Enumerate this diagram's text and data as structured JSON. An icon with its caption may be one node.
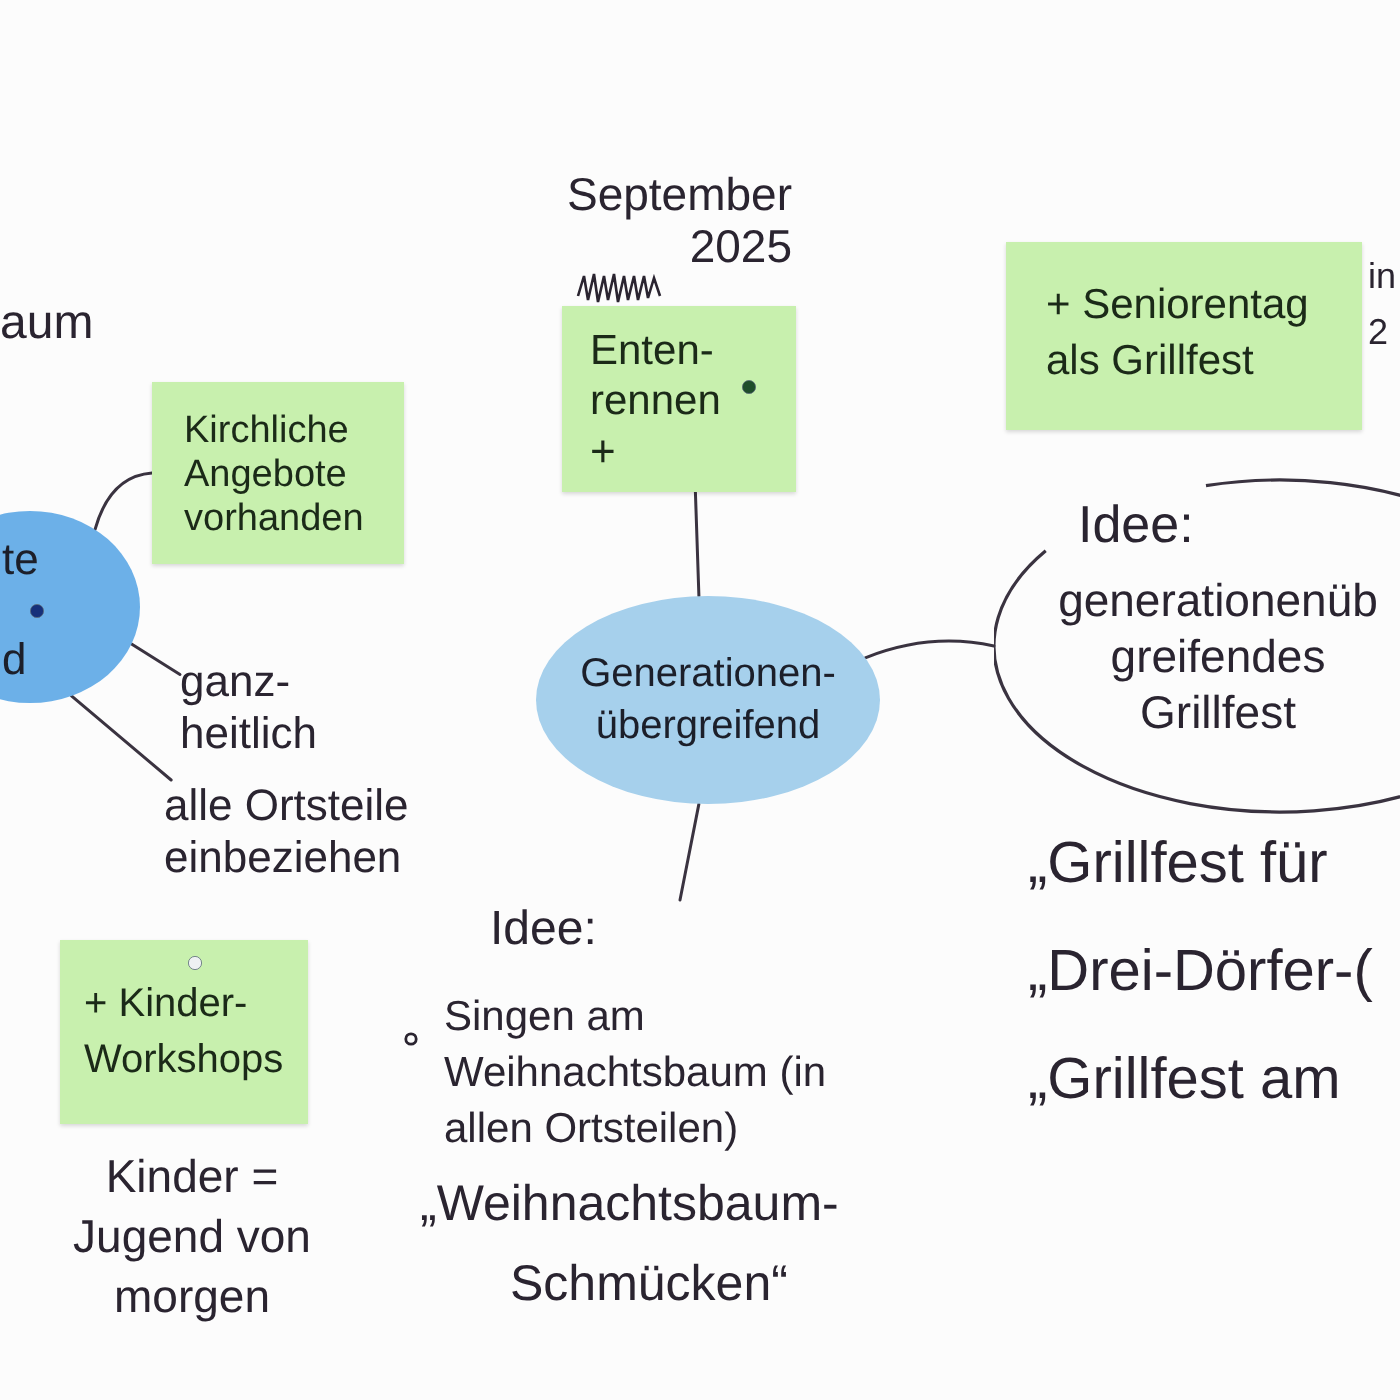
{
  "diagram": {
    "nodes": [
      {
        "text": [
          "Kirchliche Angebote vorhanden"
        ]
      },
      {
        "text": [
          "Enten- rennen",
          "+"
        ],
        "beside": [
          "September 2025"
        ]
      },
      {
        "text": [
          "+ Seniorentag als Grillfest"
        ],
        "beside": [
          "in 2"
        ]
      },
      {
        "text": [
          "te",
          "d"
        ]
      },
      {
        "text": [
          "Generationen- übergreifend"
        ]
      },
      {
        "text": [
          "Idee:",
          "generationenüb greifendes Grillfest"
        ]
      },
      {
        "text": [
          "ganz- heitlich"
        ]
      },
      {
        "text": [
          "alle Ortsteile einbeziehen"
        ]
      },
      {
        "text": [
          "+ Kinder- Workshops"
        ],
        "beside": [
          "Kinder = Jugend von morgen"
        ]
      },
      {
        "text": [
          "Idee:",
          "Singen am Weihnachtsbaum (in allen Ortsteilen)",
          "„Weihnachtsbaum- Schmücken“"
        ]
      }
    ],
    "edges": [
      {
        "from": 3,
        "to": 0,
        "arrow": "none"
      },
      {
        "from": 3,
        "to": 6,
        "arrow": "none"
      },
      {
        "from": 3,
        "to": 7,
        "arrow": "none"
      },
      {
        "from": 4,
        "to": 1,
        "arrow": "none"
      },
      {
        "from": 4,
        "to": 5,
        "arrow": "none"
      },
      {
        "from": 4,
        "to": 9,
        "arrow": "none"
      }
    ],
    "labels": [
      "aum",
      "„Grillfest für",
      "„Drei-Dörfer-(",
      "„Grillfest am"
    ]
  }
}
